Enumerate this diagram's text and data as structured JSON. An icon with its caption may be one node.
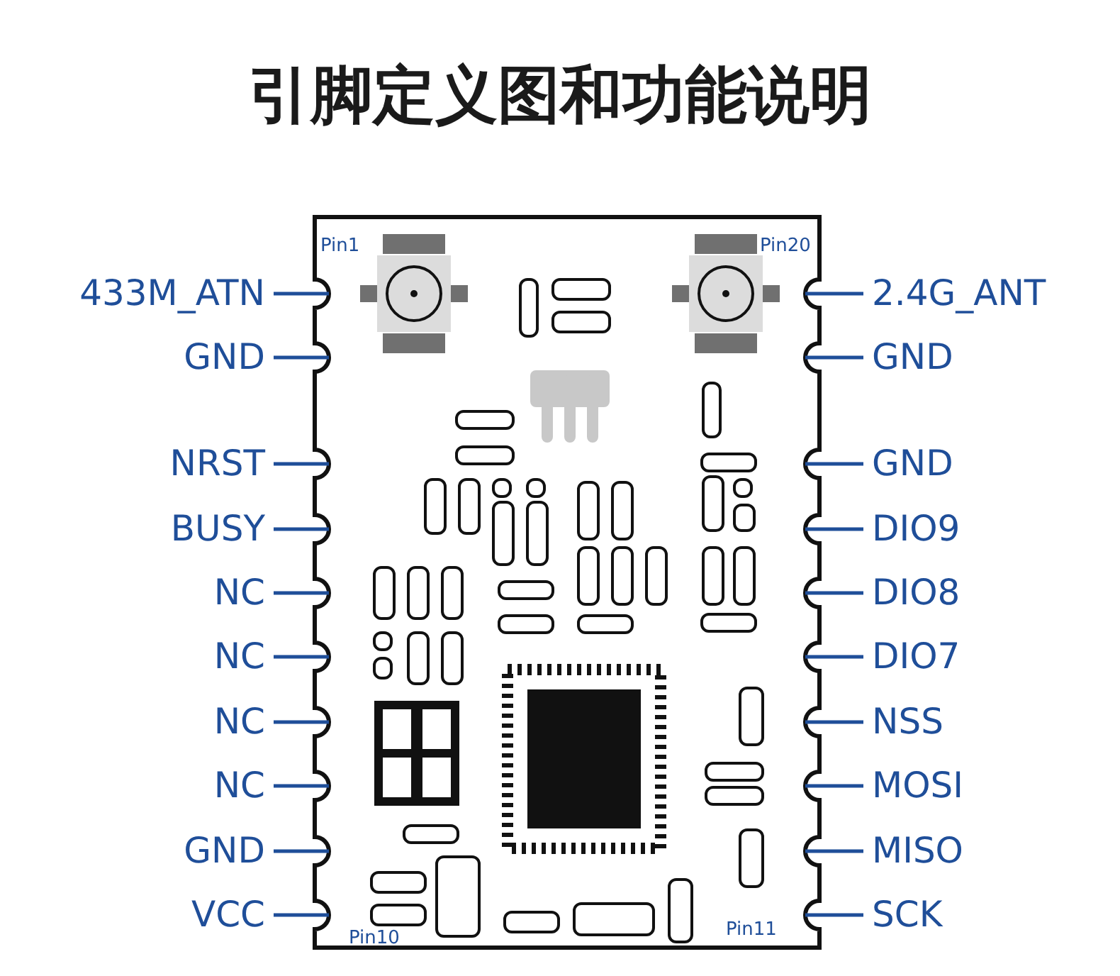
{
  "diagram": {
    "title": "引脚定义图和功能说明",
    "nodes": [
      {
        "text": [
          "433M_ATN"
        ]
      },
      {
        "text": [
          "2.4G_ANT"
        ]
      },
      {
        "text": [
          "GND"
        ]
      },
      {
        "text": [
          "GND"
        ]
      },
      {
        "text": [
          "NRST"
        ]
      },
      {
        "text": [
          "GND"
        ]
      },
      {
        "text": [
          "BUSY"
        ]
      },
      {
        "text": [
          "DIO9"
        ]
      },
      {
        "text": [
          "NC"
        ]
      },
      {
        "text": [
          "DIO8"
        ]
      },
      {
        "text": [
          "NC"
        ]
      },
      {
        "text": [
          "DIO7"
        ]
      },
      {
        "text": [
          "NC"
        ]
      },
      {
        "text": [
          "NSS"
        ]
      },
      {
        "text": [
          "NC"
        ]
      },
      {
        "text": [
          "MOSI"
        ]
      },
      {
        "text": [
          "GND"
        ]
      },
      {
        "text": [
          "MISO"
        ]
      },
      {
        "text": [
          "VCC"
        ]
      },
      {
        "text": [
          "SCK"
        ]
      }
    ],
    "edges": [
      {
        "from": 0,
        "to": null,
        "arrow": "none"
      },
      {
        "from": 1,
        "to": null,
        "arrow": "none"
      },
      {
        "from": 2,
        "to": null,
        "arrow": "none"
      },
      {
        "from": 3,
        "to": null,
        "arrow": "none"
      },
      {
        "from": 4,
        "to": null,
        "arrow": "none"
      },
      {
        "from": 5,
        "to": null,
        "arrow": "none"
      },
      {
        "from": 6,
        "to": null,
        "arrow": "none"
      },
      {
        "from": 7,
        "to": null,
        "arrow": "none"
      },
      {
        "from": 8,
        "to": null,
        "arrow": "none"
      },
      {
        "from": 9,
        "to": null,
        "arrow": "none"
      },
      {
        "from": 10,
        "to": null,
        "arrow": "none"
      },
      {
        "from": 11,
        "to": null,
        "arrow": "none"
      },
      {
        "from": 12,
        "to": null,
        "arrow": "none"
      },
      {
        "from": 13,
        "to": null,
        "arrow": "none"
      },
      {
        "from": 14,
        "to": null,
        "arrow": "none"
      },
      {
        "from": 15,
        "to": null,
        "arrow": "none"
      },
      {
        "from": 16,
        "to": null,
        "arrow": "none"
      },
      {
        "from": 17,
        "to": null,
        "arrow": "none"
      },
      {
        "from": 18,
        "to": null,
        "arrow": "none"
      },
      {
        "from": 19,
        "to": null,
        "arrow": "none"
      }
    ],
    "labels": [
      "Pin1",
      "Pin20",
      "Pin10",
      "Pin11"
    ]
  }
}
